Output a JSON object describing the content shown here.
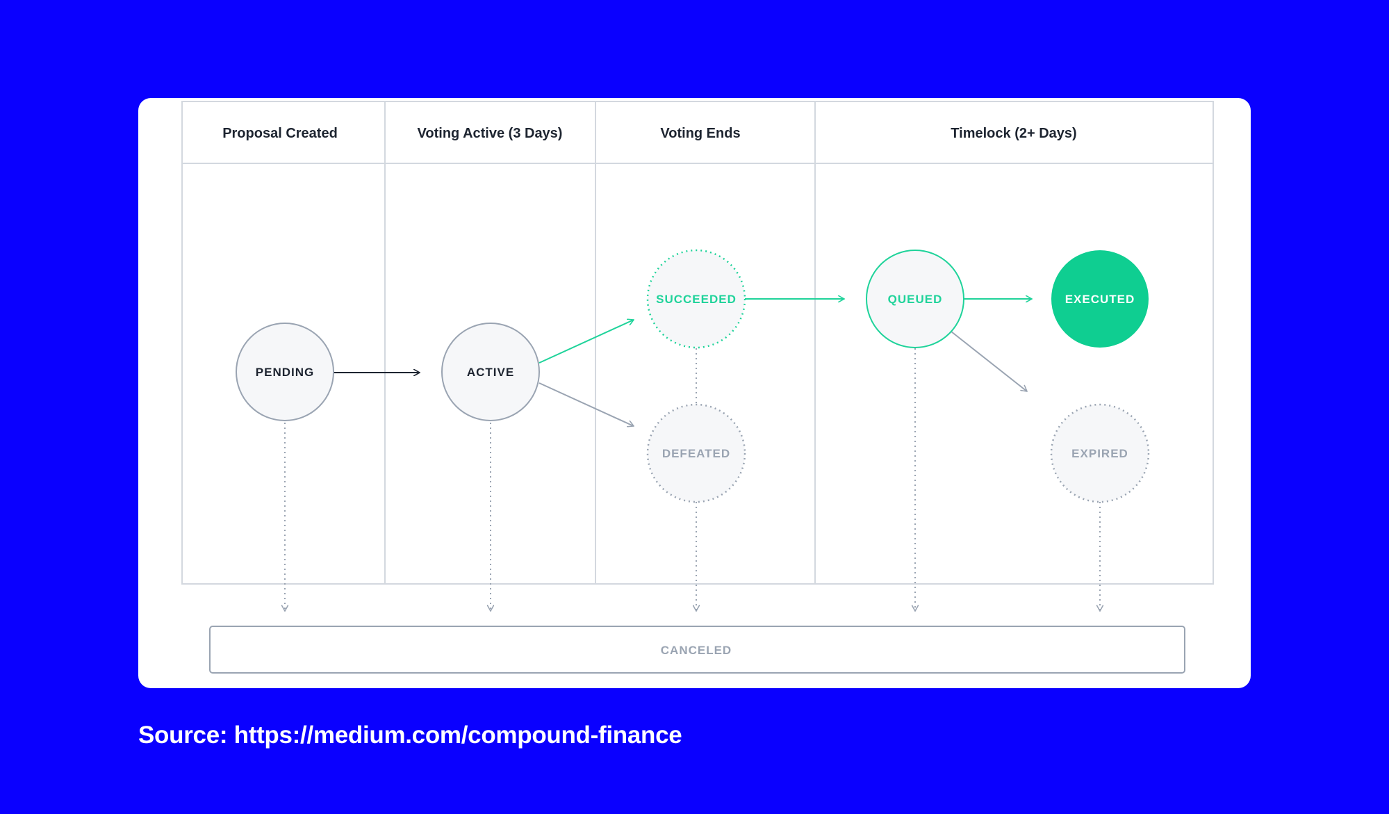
{
  "diagram": {
    "phases": [
      {
        "label": "Proposal Created"
      },
      {
        "label": "Voting Active (3 Days)"
      },
      {
        "label": "Voting Ends"
      },
      {
        "label": "Timelock (2+ Days)"
      }
    ],
    "states": {
      "pending": "PENDING",
      "active": "ACTIVE",
      "succeeded": "SUCCEEDED",
      "defeated": "DEFEATED",
      "queued": "QUEUED",
      "executed": "EXECUTED",
      "expired": "EXPIRED",
      "canceled": "CANCELED"
    },
    "colors": {
      "background": "#0a00ff",
      "card": "#ffffff",
      "accent_green": "#1fd39a",
      "neutral_gray": "#9aa4b2",
      "dark_text": "#1d2430"
    }
  },
  "footer": {
    "source": "Source: https://medium.com/compound-finance"
  }
}
